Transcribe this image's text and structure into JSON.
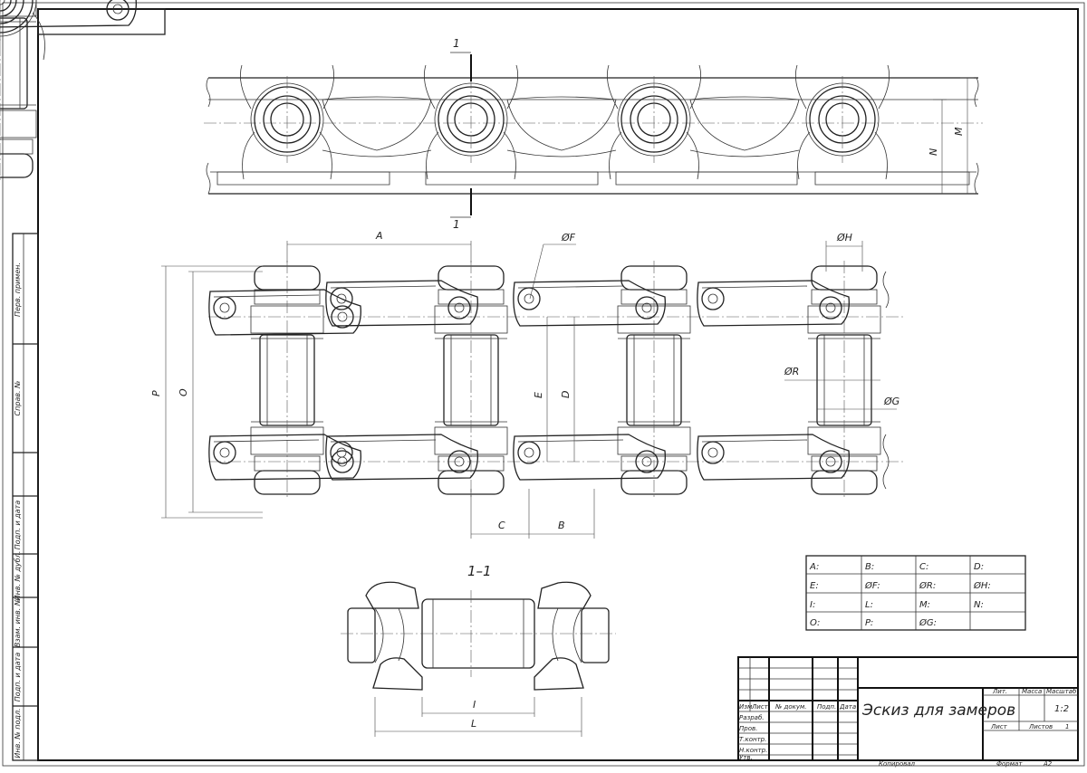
{
  "section": {
    "title": "1–1",
    "cut_label": "1",
    "dim_I": "I",
    "dim_L": "L"
  },
  "top_view": {
    "dim_N": "N",
    "dim_M": "M"
  },
  "front_view": {
    "dim_A": "A",
    "dim_F": "ØF",
    "dim_H": "ØH",
    "dim_P": "P",
    "dim_O": "O",
    "dim_E": "E",
    "dim_D": "D",
    "dim_R": "ØR",
    "dim_G": "ØG",
    "dim_C": "C",
    "dim_B": "B"
  },
  "measure_table": {
    "rows": [
      [
        "A:",
        "B:",
        "C:",
        "D:"
      ],
      [
        "E:",
        "ØF:",
        "ØR:",
        "ØH:"
      ],
      [
        "I:",
        "L:",
        "M:",
        "N:"
      ],
      [
        "O:",
        "P:",
        "ØG:",
        ""
      ]
    ]
  },
  "title_block": {
    "title": "Эскиз для замеров",
    "col_headers": [
      "Изм",
      "Лист",
      "№ докум.",
      "Подп.",
      "Дата"
    ],
    "roles": [
      "Разраб.",
      "Пров.",
      "Т.контр.",
      "",
      "Н.контр.",
      "Утв."
    ],
    "lit_label": "Лит.",
    "mass_label": "Масса",
    "scale_label": "Масштаб",
    "scale_value": "1:2",
    "sheet_label": "Лист",
    "sheets_label": "Листов",
    "sheets_value": "1",
    "copied_label": "Копировал",
    "format_label": "Формат",
    "format_value": "A2"
  },
  "side_stamps": [
    "Перв. примен.",
    "Справ. №",
    "Подп. и дата",
    "Инв. № дубл.",
    "Взам. инв. №",
    "Подп. и дата",
    "Инв. № подл."
  ]
}
